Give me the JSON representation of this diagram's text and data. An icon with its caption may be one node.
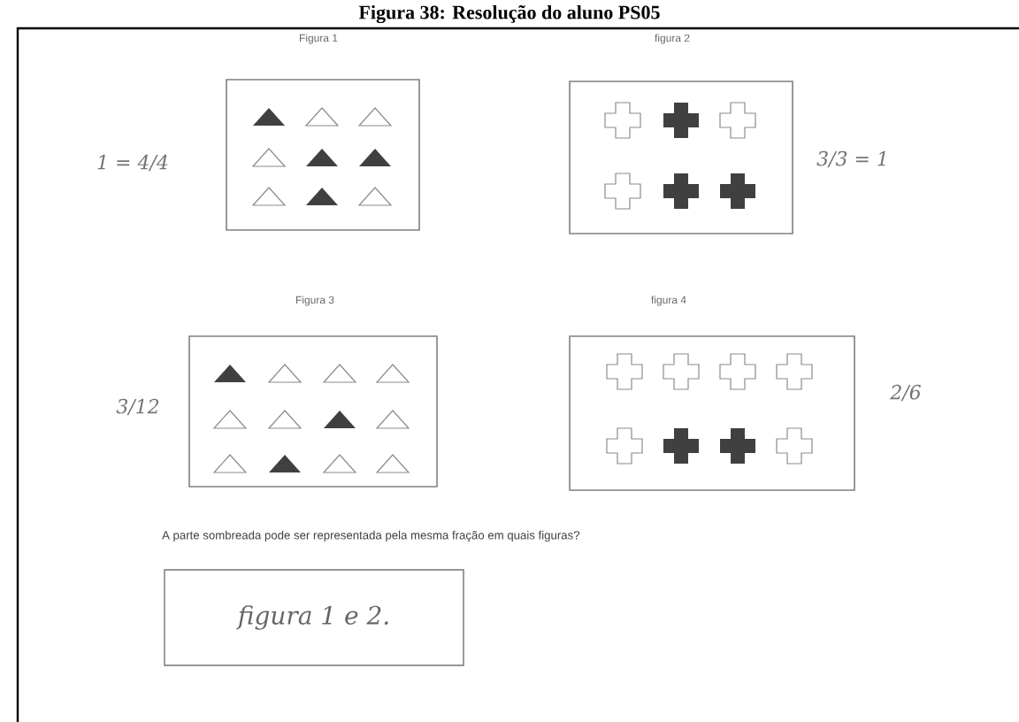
{
  "diagram": {
    "title": "Figura 38: Resolução do aluno PS05",
    "nodes": [
      {
        "text": [
          "Figura 1"
        ],
        "beside": [
          "1 = 4/4"
        ]
      },
      {
        "text": [
          "figura 2"
        ],
        "beside": [
          "3/3 = 1"
        ]
      },
      {
        "text": [
          "Figura 3"
        ],
        "beside": [
          "3/12"
        ]
      },
      {
        "text": [
          "figura 4"
        ],
        "beside": [
          "2/6"
        ]
      },
      {
        "text": [
          "figura 1 e 2."
        ]
      }
    ],
    "labels": [
      "A parte sombreada pode ser representada pela mesma fração em quais figuras?"
    ]
  }
}
